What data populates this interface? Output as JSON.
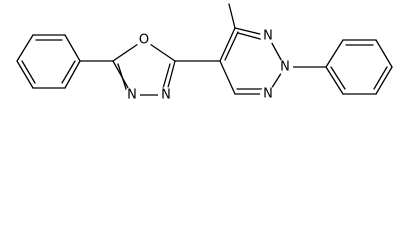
{
  "atoms": {
    "oxadiazole_O": "O",
    "oxadiazole_N_left": "N",
    "oxadiazole_N_right": "N",
    "triazole_N_top": "N",
    "triazole_N_middle": "N",
    "triazole_N_bottom": "N"
  },
  "colors": {
    "bond": "#000000",
    "background": "#ffffff"
  }
}
